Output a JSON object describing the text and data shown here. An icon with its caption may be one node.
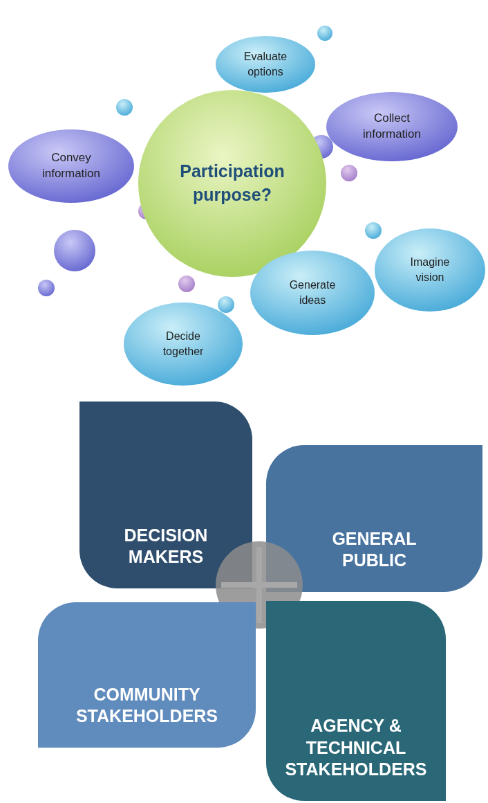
{
  "diagram": {
    "nodes": [
      {
        "text": [
          "Evaluate options"
        ]
      },
      {
        "text": [
          "Collect information"
        ]
      },
      {
        "text": [
          "Convey information"
        ]
      },
      {
        "text": [
          "Participation purpose?"
        ]
      },
      {
        "text": [
          "Imagine vision"
        ]
      },
      {
        "text": [
          "Generate ideas"
        ]
      },
      {
        "text": [
          "Decide together"
        ]
      },
      {
        "text": [
          "DECISION MAKERS"
        ]
      },
      {
        "text": [
          "GENERAL PUBLIC"
        ]
      },
      {
        "text": [],
        "shape": "circle"
      },
      {
        "text": [
          "COMMUNITY STAKEHOLDERS"
        ]
      },
      {
        "text": [
          "AGENCY & TECHNICAL STAKEHOLDERS"
        ]
      }
    ]
  }
}
